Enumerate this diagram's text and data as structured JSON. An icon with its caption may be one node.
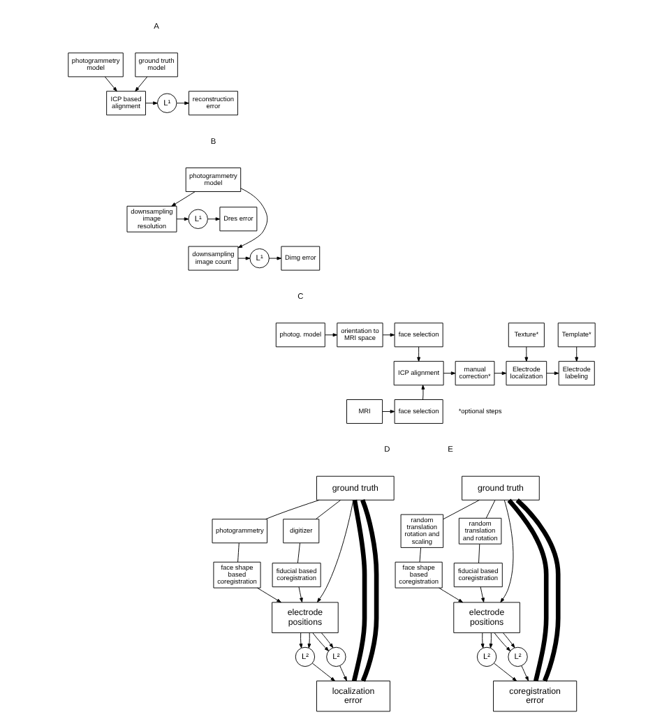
{
  "diagram": {
    "nodes": [
      {
        "text": [
          "ground truth model"
        ]
      },
      {
        "text": [
          "photogrammetry model"
        ]
      },
      {
        "text": [
          "ICP based alignment"
        ]
      },
      {
        "text": [
          "L¹"
        ]
      },
      {
        "text": [
          "reconstruction error"
        ]
      },
      {
        "text": [
          "photogrammetry model"
        ]
      },
      {
        "text": [
          "downsampling image resolution"
        ]
      },
      {
        "text": [
          "downsampling image count"
        ]
      },
      {
        "text": [
          "L¹"
        ]
      },
      {
        "text": [
          "L¹"
        ]
      },
      {
        "text": [
          "Dres error"
        ]
      },
      {
        "text": [
          "Dimg error"
        ]
      },
      {
        "text": [
          "photog. model"
        ]
      },
      {
        "text": [
          "orientation to MRI space"
        ]
      },
      {
        "text": [
          "face selection"
        ]
      },
      {
        "text": [
          "Texture*"
        ]
      },
      {
        "text": [
          "Template*"
        ]
      },
      {
        "text": [
          "ICP alignment"
        ]
      },
      {
        "text": [
          "manual correction*"
        ]
      },
      {
        "text": [
          "Electrode localization"
        ]
      },
      {
        "text": [
          "Electrode labeling"
        ]
      },
      {
        "text": [
          "MRI"
        ]
      },
      {
        "text": [
          "face selection"
        ]
      },
      {
        "text": [
          "ground truth"
        ]
      },
      {
        "text": [
          "photogrammetry"
        ]
      },
      {
        "text": [
          "digitizer"
        ]
      },
      {
        "text": [
          "face shape based coregistration"
        ]
      },
      {
        "text": [
          "fiducial based coregistration"
        ]
      },
      {
        "text": [
          "electrode positions"
        ]
      },
      {
        "text": [
          "L²"
        ]
      },
      {
        "text": [
          "L²"
        ]
      },
      {
        "text": [
          "localization error"
        ]
      },
      {
        "text": [
          "ground truth"
        ]
      },
      {
        "text": [
          "random translation rotation and scaling"
        ]
      },
      {
        "text": [
          "random translation and rotation"
        ]
      },
      {
        "text": [
          "face shape based coregistration"
        ]
      },
      {
        "text": [
          "fiducial based coregistration"
        ]
      },
      {
        "text": [
          "electrode positions"
        ]
      },
      {
        "text": [
          "L²"
        ]
      },
      {
        "text": [
          "L²"
        ]
      },
      {
        "text": [
          "coregistration error"
        ]
      }
    ],
    "edges": [
      {
        "from": 0,
        "to": 2,
        "arrow": "to"
      },
      {
        "from": 1,
        "to": 2,
        "arrow": "to"
      },
      {
        "from": 2,
        "to": 3,
        "arrow": "to"
      },
      {
        "from": 3,
        "to": 4,
        "arrow": "to"
      },
      {
        "from": 5,
        "to": 6,
        "arrow": "to"
      },
      {
        "from": 5,
        "to": 7,
        "arrow": "to"
      },
      {
        "from": 6,
        "to": 8,
        "arrow": "to"
      },
      {
        "from": 7,
        "to": 9,
        "arrow": "to"
      },
      {
        "from": 8,
        "to": 10,
        "arrow": "to"
      },
      {
        "from": 9,
        "to": 11,
        "arrow": "to"
      },
      {
        "from": 12,
        "to": 13,
        "arrow": "to"
      },
      {
        "from": 13,
        "to": 14,
        "arrow": "to"
      },
      {
        "from": 14,
        "to": 17,
        "arrow": "to"
      },
      {
        "from": 21,
        "to": 22,
        "arrow": "to"
      },
      {
        "from": 22,
        "to": 17,
        "arrow": "to"
      },
      {
        "from": 17,
        "to": 18,
        "arrow": "to"
      },
      {
        "from": 18,
        "to": 19,
        "arrow": "to"
      },
      {
        "from": 15,
        "to": 19,
        "arrow": "to"
      },
      {
        "from": 19,
        "to": 20,
        "arrow": "to"
      },
      {
        "from": 16,
        "to": 20,
        "arrow": "to"
      },
      {
        "from": 23,
        "to": 24,
        "arrow": "none"
      },
      {
        "from": 24,
        "to": 26,
        "arrow": "none"
      },
      {
        "from": 26,
        "to": 28,
        "arrow": "to"
      },
      {
        "from": 23,
        "to": 28,
        "arrow": "to"
      },
      {
        "from": 23,
        "to": 25,
        "arrow": "none"
      },
      {
        "from": 25,
        "to": 27,
        "arrow": "none"
      },
      {
        "from": 27,
        "to": 28,
        "arrow": "to"
      },
      {
        "from": 28,
        "to": 29,
        "arrow": "to"
      },
      {
        "from": 28,
        "to": 29,
        "arrow": "to"
      },
      {
        "from": 28,
        "to": 30,
        "arrow": "to"
      },
      {
        "from": 28,
        "to": 30,
        "arrow": "to"
      },
      {
        "from": 29,
        "to": 31,
        "arrow": "to"
      },
      {
        "from": 30,
        "to": 31,
        "arrow": "to"
      },
      {
        "from": 23,
        "to": 31,
        "arrow": "none",
        "style": "thick"
      },
      {
        "from": 23,
        "to": 31,
        "arrow": "none",
        "style": "thick"
      },
      {
        "from": 32,
        "to": 33,
        "arrow": "none"
      },
      {
        "from": 33,
        "to": 35,
        "arrow": "none"
      },
      {
        "from": 35,
        "to": 37,
        "arrow": "to"
      },
      {
        "from": 32,
        "to": 37,
        "arrow": "to"
      },
      {
        "from": 32,
        "to": 34,
        "arrow": "none"
      },
      {
        "from": 34,
        "to": 36,
        "arrow": "none"
      },
      {
        "from": 36,
        "to": 37,
        "arrow": "to"
      },
      {
        "from": 37,
        "to": 38,
        "arrow": "to"
      },
      {
        "from": 37,
        "to": 38,
        "arrow": "to"
      },
      {
        "from": 37,
        "to": 39,
        "arrow": "to"
      },
      {
        "from": 37,
        "to": 39,
        "arrow": "to"
      },
      {
        "from": 38,
        "to": 40,
        "arrow": "to"
      },
      {
        "from": 39,
        "to": 40,
        "arrow": "to"
      },
      {
        "from": 32,
        "to": 40,
        "arrow": "none",
        "style": "thick"
      },
      {
        "from": 32,
        "to": 40,
        "arrow": "none",
        "style": "thick"
      }
    ],
    "labels": [
      "A",
      "B",
      "C",
      "*optional steps",
      "D",
      "E"
    ]
  }
}
